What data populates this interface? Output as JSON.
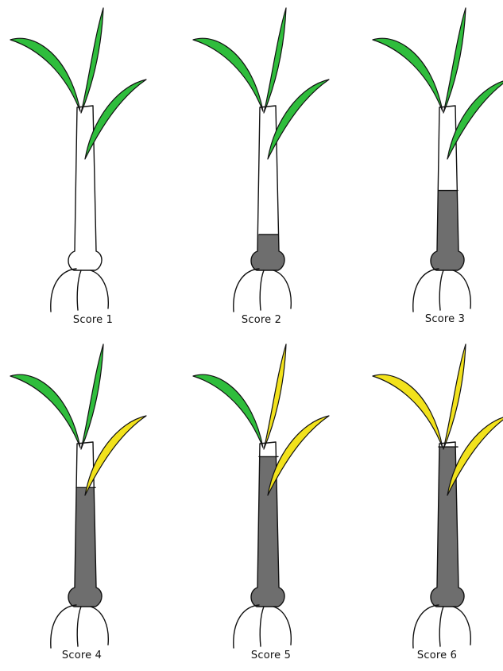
{
  "colors": {
    "healthy_leaf": "#2fbd3c",
    "yellow_leaf": "#f2e21c",
    "lesion": "#6e6e6e",
    "stem": "#ffffff"
  },
  "panels": [
    {
      "label": "Score 1",
      "lesion_fraction": 0.0,
      "leaves": [
        "healthy_leaf",
        "healthy_leaf",
        "healthy_leaf"
      ]
    },
    {
      "label": "Score 2",
      "lesion_fraction": 0.22,
      "leaves": [
        "healthy_leaf",
        "healthy_leaf",
        "healthy_leaf"
      ]
    },
    {
      "label": "Score 3",
      "lesion_fraction": 0.49,
      "leaves": [
        "healthy_leaf",
        "healthy_leaf",
        "healthy_leaf"
      ]
    },
    {
      "label": "Score 4",
      "lesion_fraction": 0.73,
      "leaves": [
        "healthy_leaf",
        "healthy_leaf",
        "yellow_leaf"
      ]
    },
    {
      "label": "Score 5",
      "lesion_fraction": 0.92,
      "leaves": [
        "healthy_leaf",
        "yellow_leaf",
        "yellow_leaf"
      ]
    },
    {
      "label": "Score 6",
      "lesion_fraction": 0.98,
      "leaves": [
        "yellow_leaf",
        "yellow_leaf",
        "yellow_leaf"
      ]
    }
  ]
}
